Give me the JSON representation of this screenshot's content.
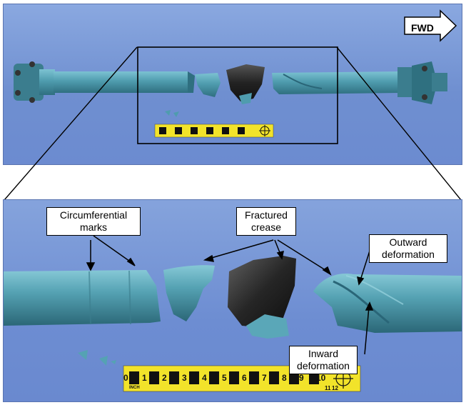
{
  "direction_label": "FWD",
  "callouts": {
    "circumferential": "Circumferential marks",
    "fractured": "Fractured crease",
    "outward": "Outward deformation",
    "inward": "Inward deformation"
  },
  "ruler_numbers": [
    "0",
    "1",
    "2",
    "3",
    "4",
    "5",
    "6",
    "7",
    "8",
    "9",
    "10",
    "11",
    "12"
  ],
  "ruler_unit_text": "INCH",
  "colors": {
    "shaft": "#4f9cae",
    "shaft_dark": "#2f6f80",
    "background": "#7391d3",
    "ruler": "#f2e32a",
    "fragment_dark": "#2a2a2a"
  }
}
